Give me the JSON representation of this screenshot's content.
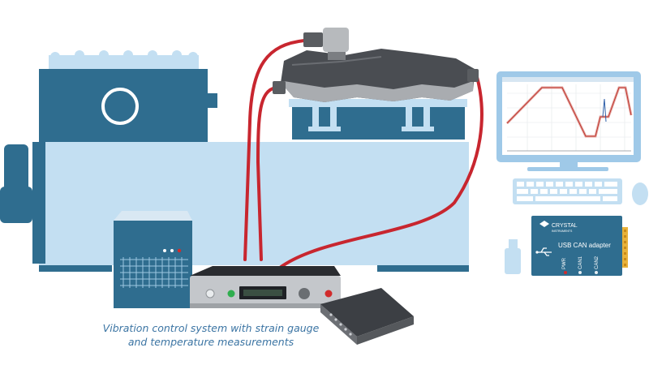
{
  "caption": {
    "line1": "Vibration control system with strain gauge",
    "line2": "and temperature measurements"
  },
  "adapter": {
    "brand": "CRYSTAL",
    "brand_sub": "INSTRUMENTS",
    "title": "USB CAN adapter",
    "ports": [
      "PWR",
      "CAN1",
      "CAN2"
    ]
  },
  "colors": {
    "shaker_dark": "#2f6d8f",
    "shaker_light": "#c3dff2",
    "cable": "#c8262f",
    "screen_frame": "#9fc9e8",
    "adapter_body": "#2f6d8f",
    "caption_text": "#3b74a3"
  }
}
